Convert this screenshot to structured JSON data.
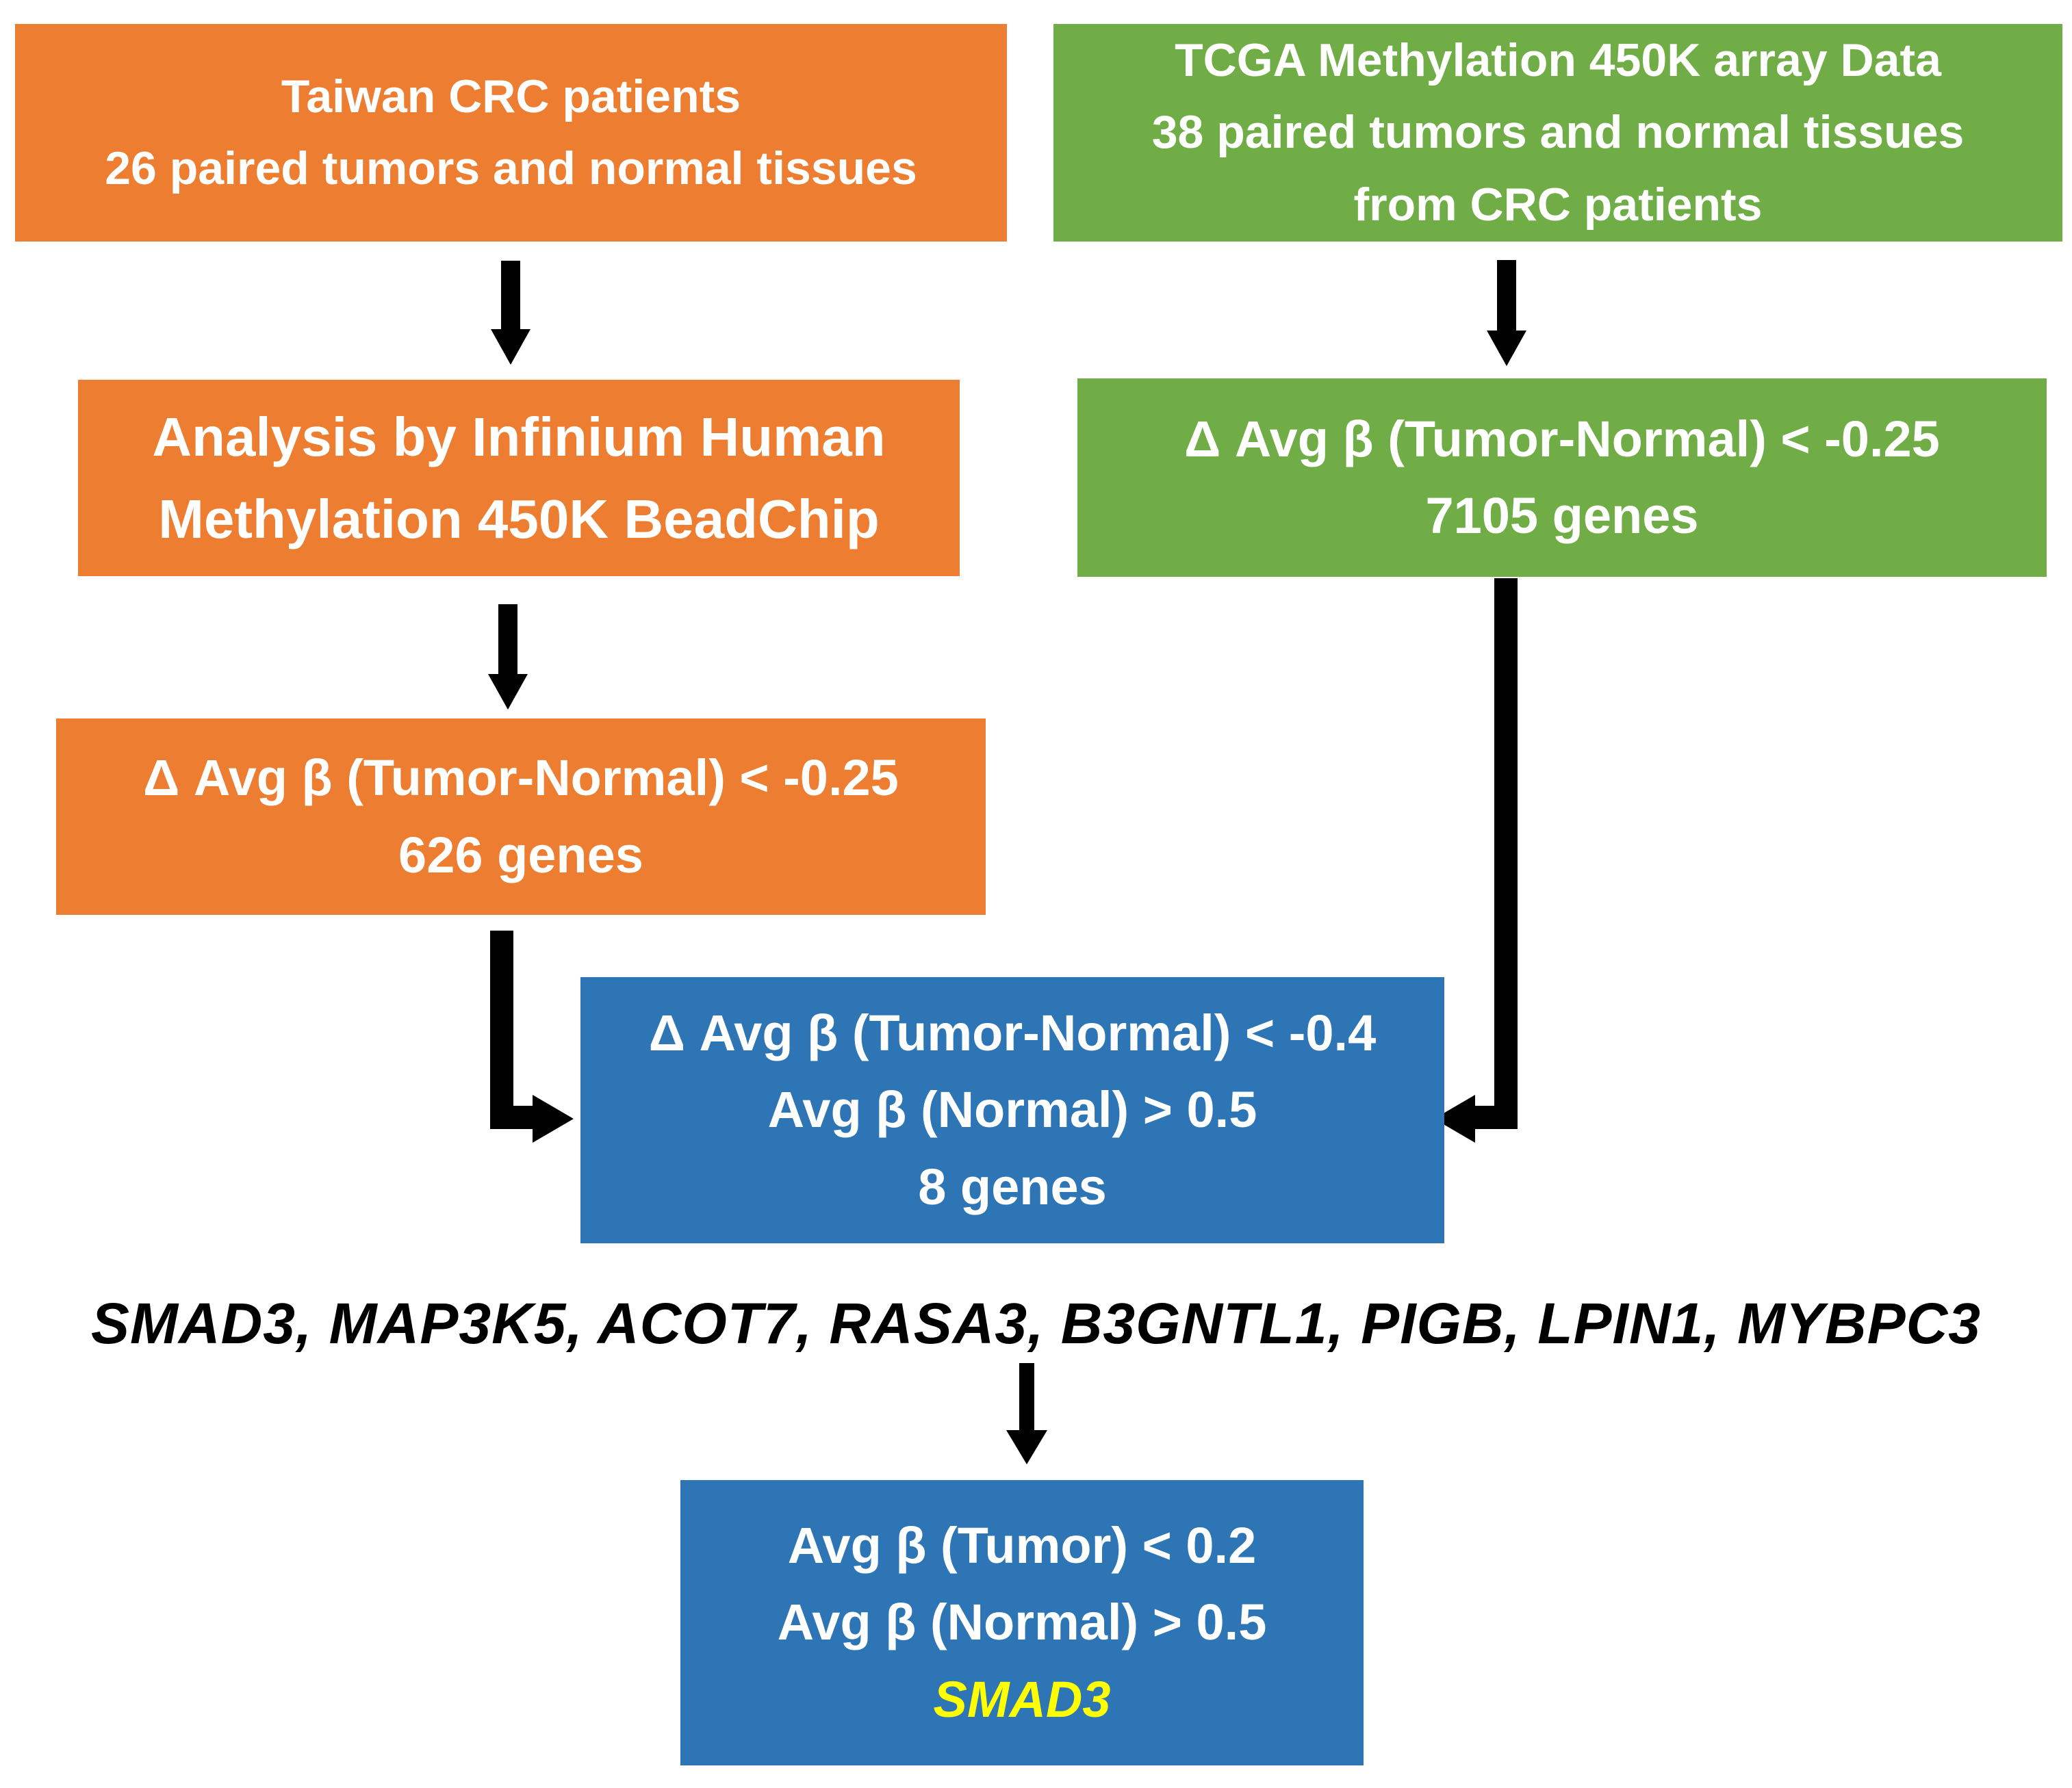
{
  "colors": {
    "orange": "#ED7D31",
    "green": "#70AD47",
    "blue": "#2E75B6",
    "arrow_black": "#000000",
    "text_light": "#FFFFFF",
    "text_dark": "#000000",
    "highlight_yellow": "#FFFF00"
  },
  "flowchart": {
    "taiwan_source": {
      "lines": [
        "Taiwan CRC patients",
        "26 paired tumors and normal tissues"
      ]
    },
    "tcga_source": {
      "lines": [
        "TCGA Methylation 450K array Data",
        "38 paired tumors and normal tissues",
        "from CRC patients"
      ]
    },
    "analysis": {
      "lines": [
        "Analysis by Infinium Human",
        "Methylation 450K BeadChip"
      ]
    },
    "tcga_filter": {
      "lines": [
        "Δ Avg β (Tumor-Normal) < -0.25",
        "7105 genes"
      ]
    },
    "taiwan_filter": {
      "lines": [
        "Δ Avg β (Tumor-Normal) < -0.25",
        "626 genes"
      ]
    },
    "combined_filter": {
      "lines": [
        "Δ Avg β (Tumor-Normal) < -0.4",
        "Avg β (Normal) > 0.5",
        "8 genes"
      ]
    },
    "gene_list": "SMAD3, MAP3K5, ACOT7, RASA3, B3GNTL1, PIGB, LPIN1, MYBPC3",
    "final_filter": {
      "lines": [
        "Avg β (Tumor) < 0.2",
        "Avg β (Normal) > 0.5"
      ],
      "highlight_gene": "SMAD3"
    }
  }
}
